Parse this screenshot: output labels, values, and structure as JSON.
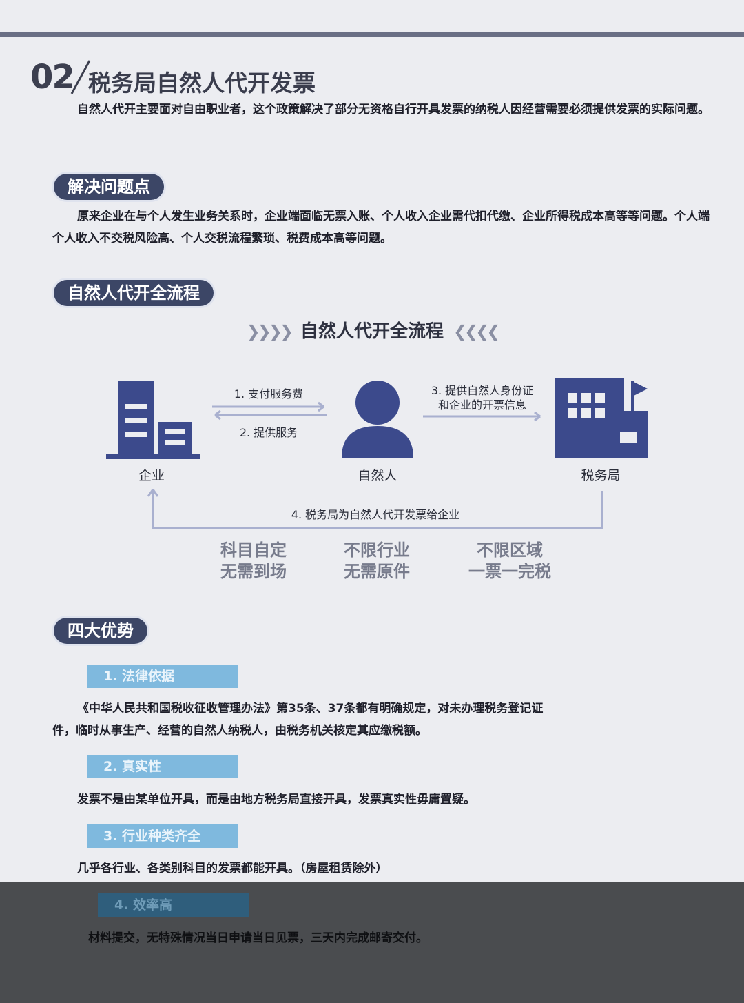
{
  "header": {
    "number": "02",
    "title": "税务局自然人代开发票"
  },
  "intro": "自然人代开主要面对自由职业者，这个政策解决了部分无资格自行开具发票的纳税人因经营需要必须提供发票的实际问题。",
  "problem": {
    "pill": "解决问题点",
    "text": "原来企业在与个人发生业务关系时，企业端面临无票入账、个人收入企业需代扣代缴、企业所得税成本高等等问题。个人端个人收入不交税风险高、个人交税流程繁琐、税费成本高等问题。"
  },
  "process": {
    "pill": "自然人代开全流程",
    "heading": "自然人代开全流程",
    "entities": {
      "company": "企业",
      "person": "自然人",
      "tax_bureau": "税务局"
    },
    "arrows": {
      "step1": "1. 支付服务费",
      "step2": "2. 提供服务",
      "step3_line1": "3. 提供自然人身份证",
      "step3_line2": "和企业的开票信息",
      "step4": "4. 税务局为自然人代开发票给企业"
    },
    "features": [
      {
        "line1": "科目自定",
        "line2": "无需到场"
      },
      {
        "line1": "不限行业",
        "line2": "无需原件"
      },
      {
        "line1": "不限区域",
        "line2": "一票一完税"
      }
    ],
    "icons": {
      "company": "company-building-icon",
      "person": "person-icon",
      "tax_bureau": "tax-bureau-building-icon"
    },
    "colors": {
      "icon": "#3c4a8c",
      "arrow": "#a9b0cf"
    }
  },
  "advantages": {
    "pill": "四大优势",
    "items": [
      {
        "tag": "1. 法律依据",
        "text_line1": "《中华人民共和国税收征收管理办法》第35条、37条都有明确规定，对未办理税务登记证",
        "text_line2": "件，临时从事生产、经营的自然人纳税人，由税务机关核定其应缴税额。"
      },
      {
        "tag": "2. 真实性",
        "text": "发票不是由某单位开具，而是由地方税务局直接开具，发票真实性毋庸置疑。"
      },
      {
        "tag": "3. 行业种类齐全",
        "text": "几乎各行业、各类别科目的发票都能开具。（房屋租赁除外）"
      },
      {
        "tag": "4. 效率高",
        "text": "材料提交，无特殊情况当日申请当日见票，三天内完成邮寄交付。"
      }
    ]
  }
}
